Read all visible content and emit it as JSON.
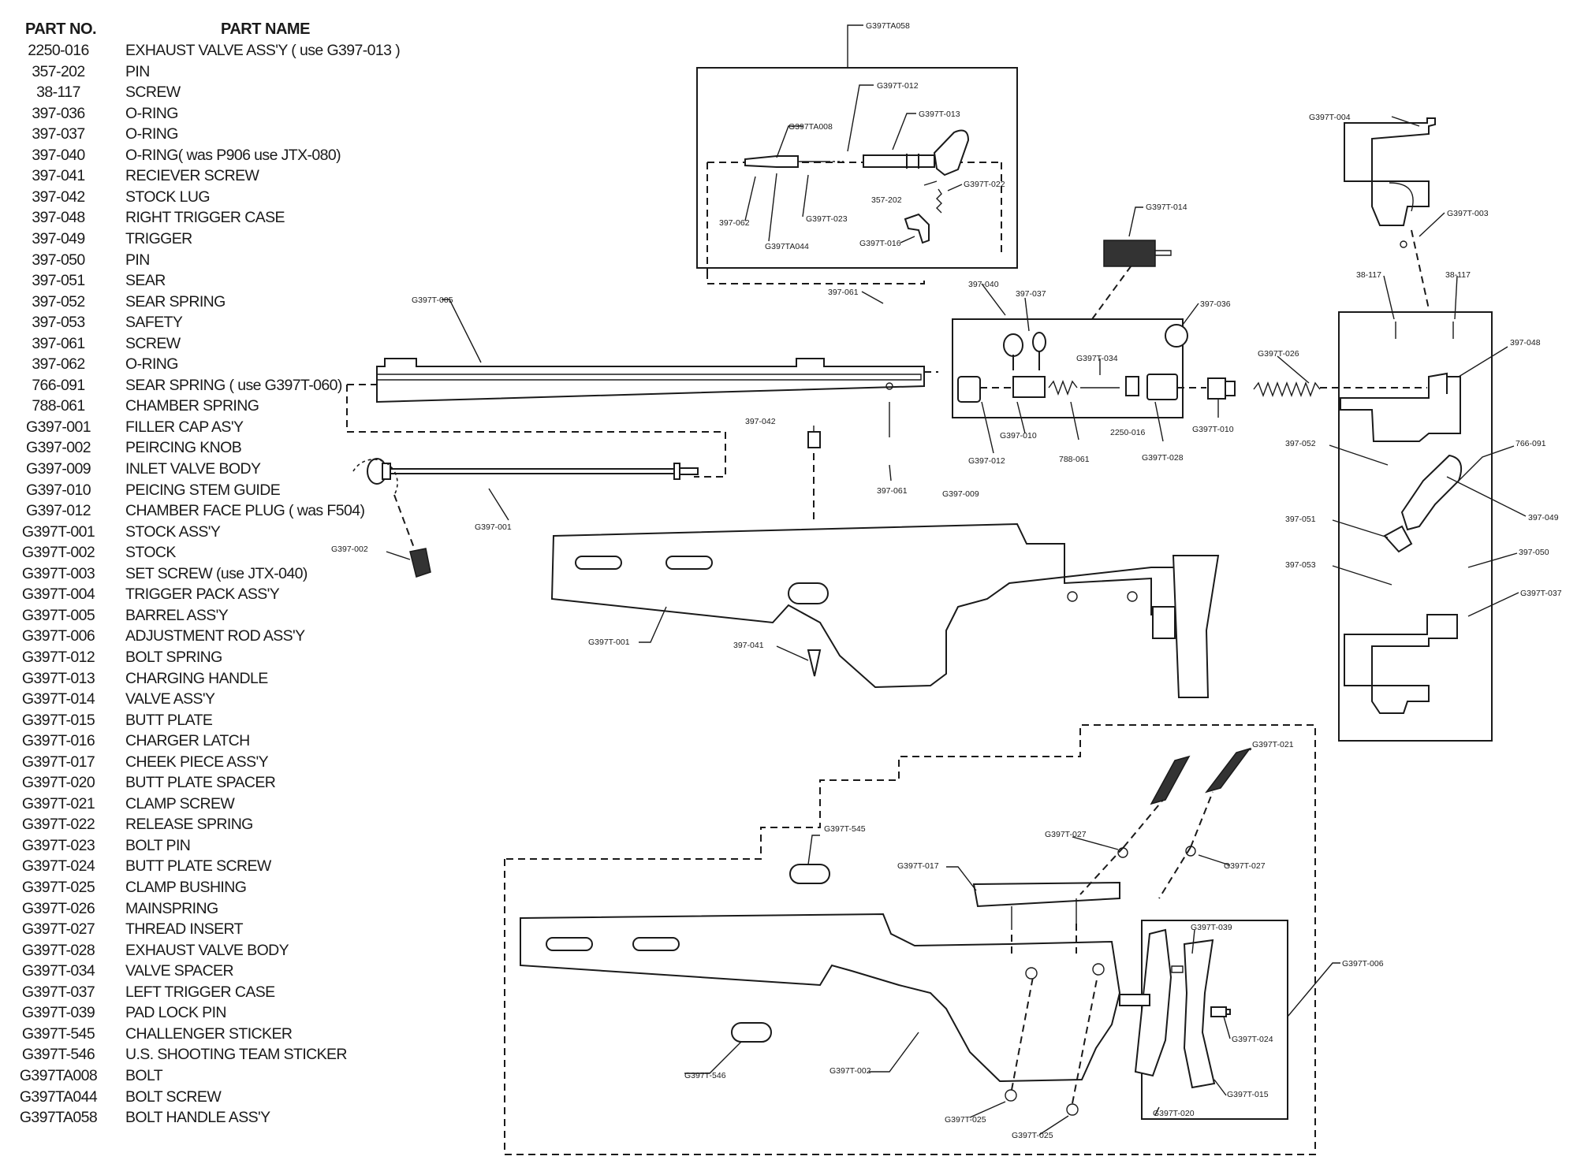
{
  "parts_list": {
    "header_part_no": "PART NO.",
    "header_part_name": "PART NAME",
    "rows": [
      {
        "no": "2250-016",
        "name": "EXHAUST VALVE ASS'Y ( use G397-013 )"
      },
      {
        "no": "357-202",
        "name": "PIN"
      },
      {
        "no": "38-117",
        "name": "SCREW"
      },
      {
        "no": "397-036",
        "name": "O-RING"
      },
      {
        "no": "397-037",
        "name": "O-RING"
      },
      {
        "no": "397-040",
        "name": "O-RING( was P906 use JTX-080)"
      },
      {
        "no": "397-041",
        "name": "RECIEVER SCREW"
      },
      {
        "no": "397-042",
        "name": "STOCK LUG"
      },
      {
        "no": "397-048",
        "name": "RIGHT TRIGGER CASE"
      },
      {
        "no": "397-049",
        "name": "TRIGGER"
      },
      {
        "no": "397-050",
        "name": "PIN"
      },
      {
        "no": "397-051",
        "name": "SEAR"
      },
      {
        "no": "397-052",
        "name": "SEAR SPRING"
      },
      {
        "no": "397-053",
        "name": "SAFETY"
      },
      {
        "no": "397-061",
        "name": "SCREW"
      },
      {
        "no": "397-062",
        "name": "O-RING"
      },
      {
        "no": "766-091",
        "name": "SEAR SPRING ( use G397T-060)"
      },
      {
        "no": "788-061",
        "name": "CHAMBER SPRING"
      },
      {
        "no": "G397-001",
        "name": "FILLER CAP AS'Y"
      },
      {
        "no": "G397-002",
        "name": "PEIRCING KNOB"
      },
      {
        "no": "G397-009",
        "name": "INLET VALVE BODY"
      },
      {
        "no": "G397-010",
        "name": "PEICING STEM GUIDE"
      },
      {
        "no": "G397-012",
        "name": "CHAMBER FACE PLUG ( was F504)"
      },
      {
        "no": "G397T-001",
        "name": "STOCK ASS'Y"
      },
      {
        "no": "G397T-002",
        "name": "STOCK"
      },
      {
        "no": "G397T-003",
        "name": "SET SCREW  (use JTX-040)"
      },
      {
        "no": "G397T-004",
        "name": "TRIGGER PACK ASS'Y"
      },
      {
        "no": "G397T-005",
        "name": "BARREL ASS'Y"
      },
      {
        "no": "G397T-006",
        "name": "ADJUSTMENT ROD ASS'Y"
      },
      {
        "no": "G397T-012",
        "name": "BOLT SPRING"
      },
      {
        "no": "G397T-013",
        "name": "CHARGING HANDLE"
      },
      {
        "no": "G397T-014",
        "name": "VALVE ASS'Y"
      },
      {
        "no": "G397T-015",
        "name": "BUTT PLATE"
      },
      {
        "no": "G397T-016",
        "name": "CHARGER LATCH"
      },
      {
        "no": "G397T-017",
        "name": "CHEEK PIECE ASS'Y"
      },
      {
        "no": "G397T-020",
        "name": "BUTT PLATE SPACER"
      },
      {
        "no": "G397T-021",
        "name": "CLAMP SCREW"
      },
      {
        "no": "G397T-022",
        "name": "RELEASE SPRING"
      },
      {
        "no": "G397T-023",
        "name": "BOLT PIN"
      },
      {
        "no": "G397T-024",
        "name": "BUTT PLATE SCREW"
      },
      {
        "no": "G397T-025",
        "name": "CLAMP BUSHING"
      },
      {
        "no": "G397T-026",
        "name": "MAINSPRING"
      },
      {
        "no": "G397T-027",
        "name": "THREAD INSERT"
      },
      {
        "no": "G397T-028",
        "name": "EXHAUST VALVE BODY"
      },
      {
        "no": "G397T-034",
        "name": "VALVE SPACER"
      },
      {
        "no": "G397T-037",
        "name": "LEFT TRIGGER CASE"
      },
      {
        "no": "G397T-039",
        "name": "PAD LOCK PIN"
      },
      {
        "no": "G397T-545",
        "name": "CHALLENGER STICKER"
      },
      {
        "no": "G397T-546",
        "name": "U.S. SHOOTING TEAM STICKER"
      },
      {
        "no": "G397TA008",
        "name": "BOLT"
      },
      {
        "no": "G397TA044",
        "name": "BOLT SCREW"
      },
      {
        "no": "G397TA058",
        "name": "BOLT HANDLE ASS'Y"
      }
    ]
  },
  "callouts": {
    "bolt_handle_box": "G397TA058",
    "bolt_spring_top": "G397T-012",
    "charging_handle": "G397T-013",
    "bolt": "G397TA008",
    "oring_062": "397-062",
    "bolt_screw": "G397TA044",
    "bolt_pin": "G397T-023",
    "pin_202": "357-202",
    "release_spring": "G397T-022",
    "charger_latch": "G397T-016",
    "valve_assy": "G397T-014",
    "barrel": "G397T-005",
    "screw_061_top": "397-061",
    "oring_040": "397-040",
    "oring_037": "397-037",
    "oring_036": "397-036",
    "valve_spacer": "G397T-034",
    "mainspring": "G397T-026",
    "trigger_pack": "G397T-004",
    "set_screw": "G397T-003",
    "screw_117_left": "38-117",
    "screw_117_right": "38-117",
    "right_trigger_case": "397-048",
    "stock_lug": "397-042",
    "stem_guide": "G397-010",
    "chamber_plug": "G397-012",
    "chamber_spring": "788-061",
    "exhaust_valve_assy": "2250-016",
    "exhaust_valve_body": "G397T-028",
    "stem_guide_right": "G397T-010",
    "screw_061_bottom": "397-061",
    "inlet_valve_body": "G397-009",
    "filler_cap": "G397-001",
    "piercing_knob": "G397-002",
    "sear_spring_052": "397-052",
    "sear_spring_766": "766-091",
    "trigger": "397-049",
    "sear": "397-051",
    "pin_050": "397-050",
    "safety": "397-053",
    "left_trigger_case": "G397T-037",
    "stock_assy": "G397T-001",
    "receiver_screw": "397-041",
    "clamp_screw": "G397T-021",
    "thread_insert_left": "G397T-027",
    "thread_insert_right": "G397T-027",
    "challenger_sticker": "G397T-545",
    "cheek_piece": "G397T-017",
    "pad_lock_pin": "G397T-039",
    "adjustment_rod": "G397T-006",
    "butt_plate_screw": "G397T-024",
    "butt_plate": "G397T-015",
    "butt_plate_spacer": "G397T-020",
    "stock": "G397T-002",
    "team_sticker": "G397T-546",
    "clamp_bushing_left": "G397T-025",
    "clamp_bushing_right": "G397T-025"
  }
}
